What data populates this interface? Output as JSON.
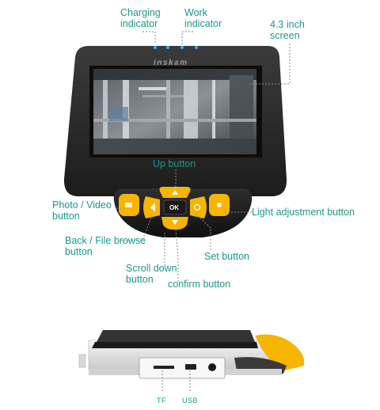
{
  "device": {
    "brand": "inskam",
    "ok_label": "OK"
  },
  "labels": {
    "charging_indicator": "Charging indicator",
    "work_indicator": "Work indicator",
    "screen": "4.3 inch screen",
    "up_button": "Up button",
    "photo_video_button": "Photo / Video button",
    "light_adjustment_button": "Light adjustment button",
    "back_file_browse_button": "Back / File browse button",
    "set_button": "Set button",
    "scroll_down_button": "Scroll down button",
    "confirm_button": "confirm button",
    "tf": "TF",
    "usb": "USB"
  },
  "colors": {
    "label": "#1a9a8a",
    "button_yellow": "#f7b500",
    "body_dark": "#2a2a2a",
    "leader_line": "#888888"
  }
}
